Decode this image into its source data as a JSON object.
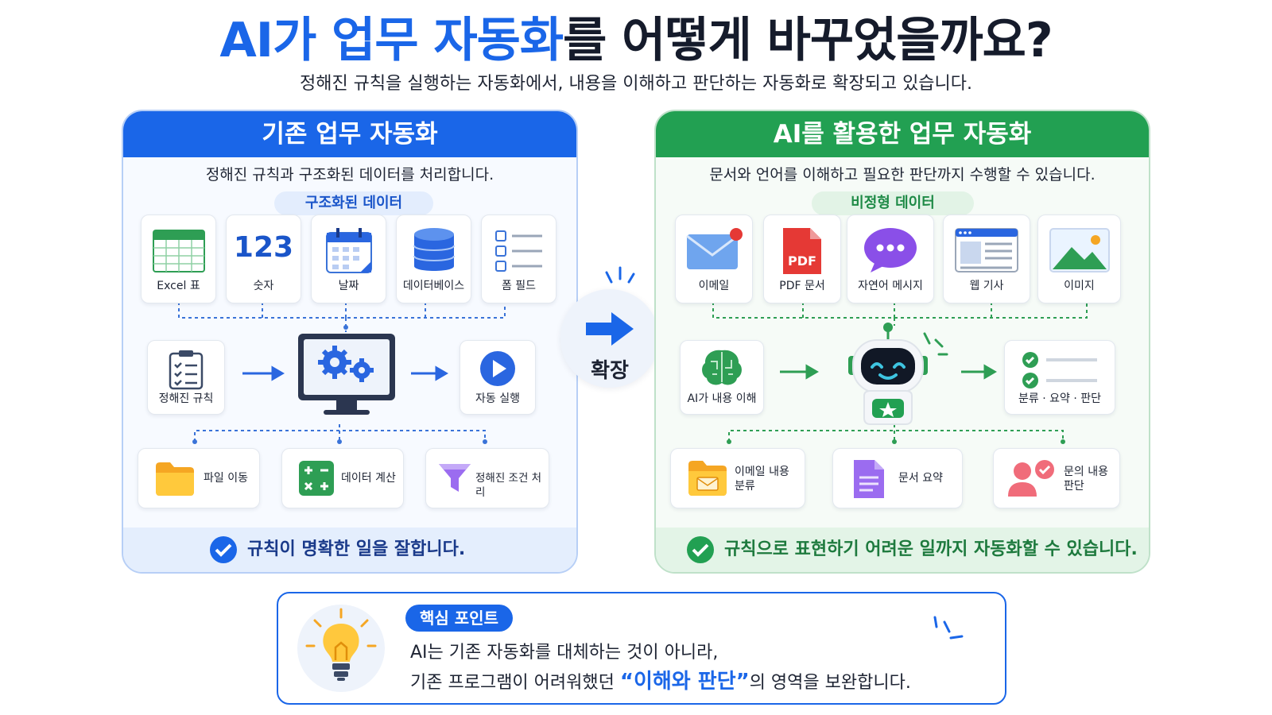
{
  "title": {
    "highlight": "AI가 업무 자동화",
    "rest": "를 어떻게 바꾸었을까요?"
  },
  "subtitle": "정해진 규칙을 실행하는 자동화에서, 내용을 이해하고 판단하는 자동화로 확장되고 있습니다.",
  "left": {
    "header": "기존 업무 자동화",
    "desc": "정해진 규칙과 구조화된 데이터를 처리합니다.",
    "pill": "구조화된 데이터",
    "sources": [
      {
        "label": "Excel 표",
        "icon": "table-icon"
      },
      {
        "label": "숫자",
        "icon": "numbers-icon",
        "glyph": "123"
      },
      {
        "label": "날짜",
        "icon": "calendar-icon"
      },
      {
        "label": "데이터베이스",
        "icon": "database-icon"
      },
      {
        "label": "폼 필드",
        "icon": "form-fields-icon"
      }
    ],
    "rules": "정해진 규칙",
    "execute": "자동 실행",
    "outputs": [
      {
        "label": "파일 이동",
        "icon": "folder-icon"
      },
      {
        "label": "데이터 계산",
        "icon": "calculator-icon"
      },
      {
        "label": "정해진 조건 처리",
        "icon": "funnel-icon"
      }
    ],
    "footer": "규칙이 명확한 일을 잘합니다."
  },
  "center": {
    "label": "확장"
  },
  "right": {
    "header": "AI를 활용한 업무 자동화",
    "desc": "문서와 언어를 이해하고 필요한 판단까지 수행할 수 있습니다.",
    "pill": "비정형 데이터",
    "sources": [
      {
        "label": "이메일",
        "icon": "mail-icon"
      },
      {
        "label": "PDF 문서",
        "icon": "pdf-icon",
        "glyph": "PDF"
      },
      {
        "label": "자연어 메시지",
        "icon": "chat-bubble-icon"
      },
      {
        "label": "웹 기사",
        "icon": "web-article-icon"
      },
      {
        "label": "이미지",
        "icon": "image-icon"
      }
    ],
    "understand": "AI가 내용 이해",
    "judge": "분류 · 요약 · 판단",
    "outputs": [
      {
        "label1": "이메일 내용",
        "label2": "분류",
        "icon": "mail-folder-icon"
      },
      {
        "label1": "문서 요약",
        "label2": "",
        "icon": "document-icon"
      },
      {
        "label1": "문의 내용",
        "label2": "판단",
        "icon": "people-check-icon"
      }
    ],
    "footer": "규칙으로 표현하기 어려운 일까지 자동화할 수 있습니다."
  },
  "key": {
    "badge": "핵심 포인트",
    "line1": "AI는 기존 자동화를 대체하는 것이 아니라,",
    "line2_pre": "기존 프로그램이 어려워했던 ",
    "line2_quote": "“이해와 판단”",
    "line2_post": "의 영역을 보완합니다."
  },
  "colors": {
    "blue": "#1a66e8",
    "green": "#22a052",
    "dark": "#151b2b"
  }
}
